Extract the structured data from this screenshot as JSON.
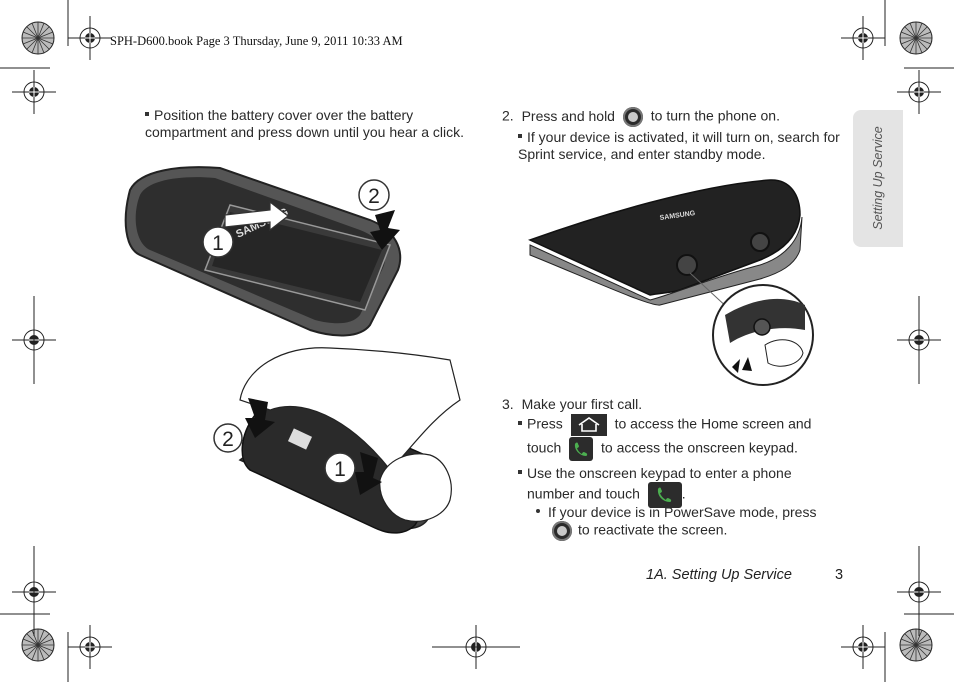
{
  "header": {
    "text": "SPH-D600.book  Page 3  Thursday, June 9, 2011  10:33 AM"
  },
  "side_tab": {
    "label": "Setting Up Service"
  },
  "left_column": {
    "bullet": "Position the battery cover over the battery compartment and press down until you hear a click.",
    "figure1_callouts": [
      "2",
      "1"
    ],
    "figure2_callouts": [
      "2",
      "1"
    ],
    "battery_brand": "SAMSUNG"
  },
  "step2": {
    "number": "2.",
    "text_before": "Press and hold",
    "text_after": "to turn the phone on.",
    "bullet": "If your device is activated, it will turn on, search for Sprint service, and enter standby mode.",
    "phone_brand": "SAMSUNG"
  },
  "step3": {
    "number": "3.",
    "title": "Make your first call.",
    "bullet1_before": "Press",
    "bullet1_mid": "to access the Home screen and",
    "bullet1_line2_before": "touch",
    "bullet1_line2_after": "to access the onscreen keypad.",
    "bullet2_line1": "Use the onscreen keypad to enter a phone",
    "bullet2_line2_before": "number and touch",
    "bullet2_line2_after": ".",
    "sub_bullet_line1": "If your device is in PowerSave mode, press",
    "sub_bullet_line2": "to reactivate the screen."
  },
  "icons": {
    "power": "power-button-icon",
    "home": "home-key-icon",
    "call": "phone-call-icon"
  },
  "footer": {
    "section": "1A. Setting Up Service",
    "page": "3"
  },
  "colors": {
    "tab_bg": "#e4e4e4",
    "call_green": "#3c9a3c",
    "icon_dark": "#2c2c2c"
  }
}
